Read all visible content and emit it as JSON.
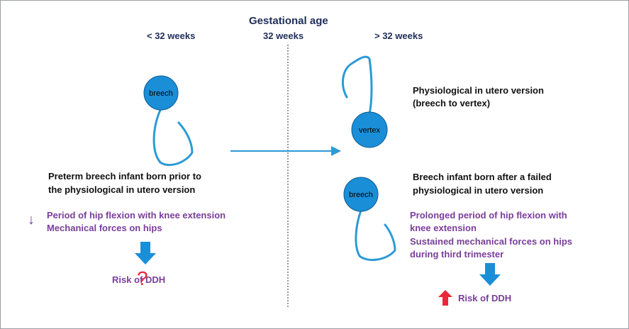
{
  "header": {
    "title": "Gestational age",
    "col_left": "< 32 weeks",
    "col_mid": "32 weeks",
    "col_right": "> 32 weeks"
  },
  "left": {
    "circle_label": "breech",
    "title_lines": [
      "Preterm breech infant born prior to",
      "the physiological in utero version"
    ],
    "arrow_glyph": "↓",
    "effects": [
      "Period of hip flexion with knee extension",
      "Mechanical forces on hips"
    ],
    "risk_label": "Risk of DDH",
    "risk_qualifier": "?"
  },
  "right_top": {
    "circle_label": "vertex",
    "text_lines": [
      "Physiological in utero version",
      "(breech to vertex)"
    ]
  },
  "right_bottom": {
    "circle_label": "breech",
    "title_lines": [
      "Breech infant born after a failed",
      "physiological in utero version"
    ],
    "effects": [
      "Prolonged period of hip flexion with",
      "knee extension",
      "Sustained mechanical forces on hips",
      "during third trimester"
    ],
    "risk_label": "Risk of DDH"
  },
  "colors": {
    "circle_fill": "#1a8fd8",
    "connector": "#2b9ad6",
    "purple_text": "#7a3d9a",
    "header_text": "#1f2d5a",
    "risk_up_arrow": "#e8283a",
    "question_mark": "#e8283a"
  }
}
